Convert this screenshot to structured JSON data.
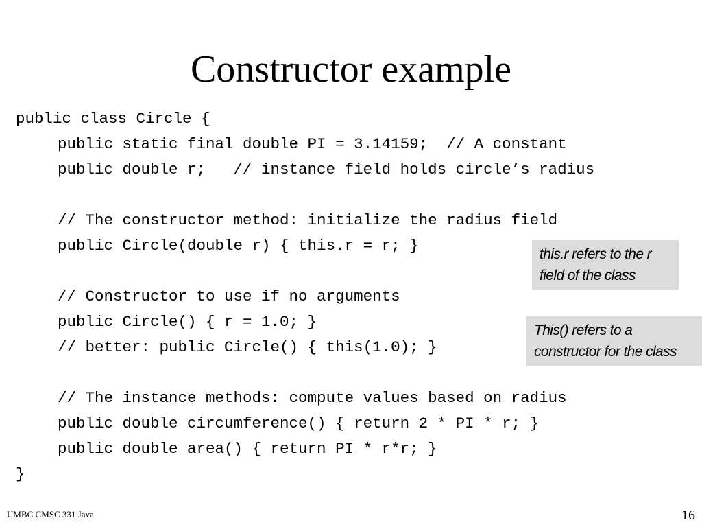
{
  "slide": {
    "title": "Constructor example",
    "code_lines": [
      "public class Circle {",
      "public static final double PI = 3.14159;  // A constant",
      "public double r;   // instance field holds circle’s radius",
      "",
      "// The constructor method: initialize the radius field",
      "public Circle(double r) { this.r = r; }",
      "",
      "// Constructor to use if no arguments",
      "public Circle() { r = 1.0; }",
      "// better: public Circle() { this(1.0); }",
      "",
      "// The instance methods: compute values based on radius",
      "public double circumference() { return 2 * PI * r; }",
      "public double area() { return PI * r*r; }",
      "}"
    ],
    "callouts": [
      {
        "line1": "this.r refers to the r",
        "line2": "field of the class"
      },
      {
        "line1": "This() refers to a",
        "line2": "constructor for the class"
      }
    ],
    "footer": {
      "left": "UMBC CMSC 331 Java",
      "page_number": "16"
    }
  }
}
